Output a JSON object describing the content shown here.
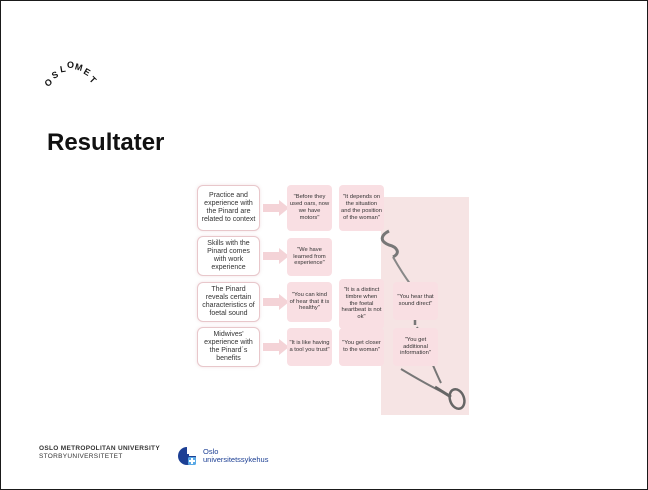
{
  "header": {
    "logo_text": "OSLOMET"
  },
  "title": "Resultater",
  "themes": [
    "Practice and experience with the Pinard are related to context",
    "Skills with the Pinard comes with work experience",
    "The Pinard reveals certain characteristics of foetal sound",
    "Midwives' experience with the Pinard´s benefits"
  ],
  "quotes": {
    "row1": [
      "\"Before they used oars, now we have motors\"",
      "\"It depends on the situation and the position of the woman\""
    ],
    "row2": [
      "\"We have learned from experience\""
    ],
    "row3": [
      "\"You can kind of hear that it is healthy\"",
      "\"It is a distinct timbre when the foetal heartbeat is not ok\"",
      "\"You hear that sound direct\""
    ],
    "row4": [
      "\"It is like having a tool you trust\"",
      "\"You get closer to the woman\"",
      "\"You get additional information\""
    ]
  },
  "footer": {
    "university_line1": "OSLO METROPOLITAN UNIVERSITY",
    "university_line2": "STORBYUNIVERSITETET",
    "hospital_line1": "Oslo",
    "hospital_line2": "universitetssykehus"
  },
  "colors": {
    "quote_fill": "#f9dfe3",
    "theme_border": "#e8c7cb",
    "arrow_fill": "#f4d3d7",
    "hospital_blue": "#1c3f94"
  }
}
